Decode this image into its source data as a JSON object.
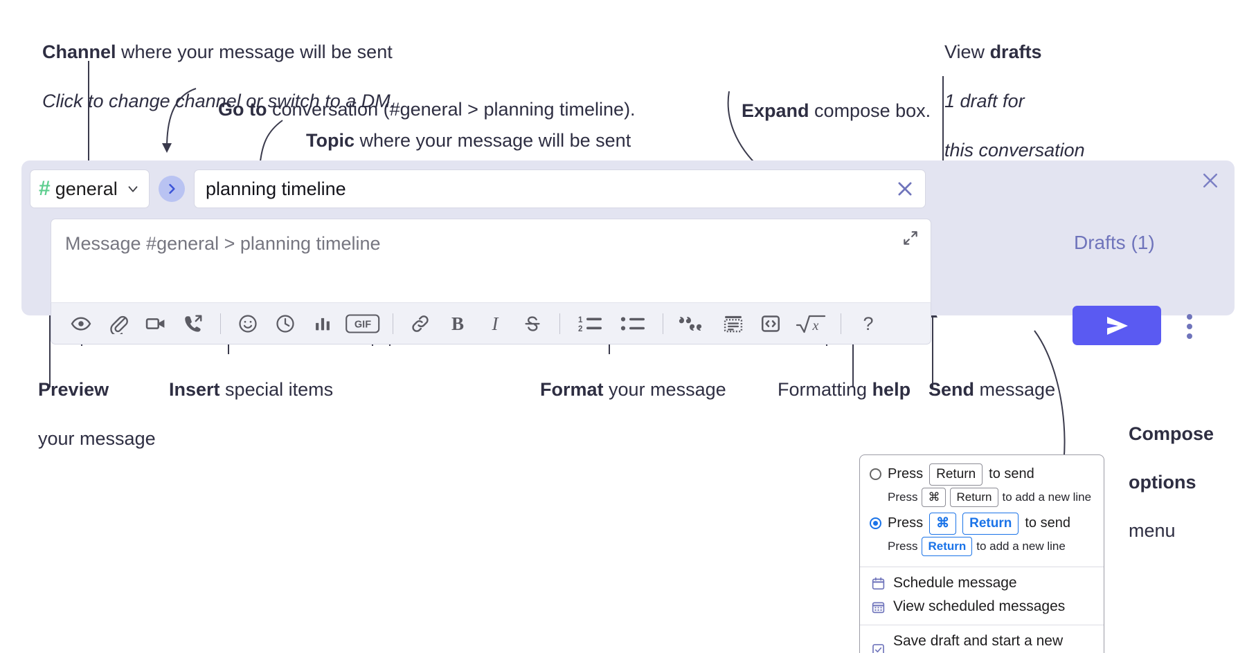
{
  "annotations": {
    "channel": {
      "bold": "Channel",
      "rest": " where your message will be sent",
      "italic": "Click to change channel or switch to a DM."
    },
    "goto": {
      "bold": "Go to",
      "rest": " conversation (#general > planning timeline)."
    },
    "topic": {
      "bold": "Topic",
      "rest": " where your message will be sent"
    },
    "expand": {
      "bold": "Expand",
      "rest": " compose box."
    },
    "drafts": {
      "pre": "View ",
      "bold": "drafts",
      "italic1": "1 draft for",
      "italic2": "this conversation"
    },
    "preview": {
      "bold": "Preview",
      "line2": "your message"
    },
    "insert": {
      "bold": "Insert",
      "rest": " special items"
    },
    "format": {
      "bold": "Format",
      "rest": " your message"
    },
    "help": {
      "pre": "Formatting ",
      "bold": "help"
    },
    "send": {
      "bold": "Send",
      "rest": " message"
    },
    "compose_options": {
      "bold1": "Compose",
      "bold2": "options",
      "rest": "menu"
    }
  },
  "compose": {
    "channel_name": "general",
    "hash_symbol": "#",
    "hash_color": "#5ece8f",
    "topic_value": "planning timeline",
    "message_placeholder": "Message #general > planning timeline",
    "drafts_label": "Drafts (1)",
    "accent_color": "#5a5af2",
    "bar_background": "#e3e4f1",
    "toolbar": [
      {
        "name": "preview-icon",
        "title": "Preview"
      },
      {
        "name": "attachment-icon",
        "title": "Attach file"
      },
      {
        "name": "video-icon",
        "title": "Record video clip"
      },
      {
        "name": "audio-call-icon",
        "title": "Record audio clip"
      },
      {
        "name": "separator",
        "title": ""
      },
      {
        "name": "emoji-icon",
        "title": "Emoji"
      },
      {
        "name": "schedule-clock-icon",
        "title": "Schedule"
      },
      {
        "name": "poll-icon",
        "title": "Poll"
      },
      {
        "name": "gif-icon",
        "title": "GIF"
      },
      {
        "name": "separator",
        "title": ""
      },
      {
        "name": "link-icon",
        "title": "Link"
      },
      {
        "name": "bold-icon",
        "title": "Bold"
      },
      {
        "name": "italic-icon",
        "title": "Italic"
      },
      {
        "name": "strikethrough-icon",
        "title": "Strikethrough"
      },
      {
        "name": "separator",
        "title": ""
      },
      {
        "name": "ordered-list-icon",
        "title": "Ordered list"
      },
      {
        "name": "bulleted-list-icon",
        "title": "Bulleted list"
      },
      {
        "name": "separator",
        "title": ""
      },
      {
        "name": "blockquote-icon",
        "title": "Blockquote"
      },
      {
        "name": "code-block-icon",
        "title": "Code block"
      },
      {
        "name": "inline-code-icon",
        "title": "Code"
      },
      {
        "name": "latex-icon",
        "title": "LaTeX"
      },
      {
        "name": "separator",
        "title": ""
      },
      {
        "name": "help-icon",
        "title": "Formatting help"
      }
    ],
    "gif_label": "GIF",
    "bold_label": "B",
    "italic_label": "I",
    "help_label": "?",
    "ordered_one": "1",
    "ordered_two": "2"
  },
  "menu": {
    "option_return": {
      "pre": "Press ",
      "key": "Return",
      "post": " to send",
      "selected": false
    },
    "option_return_sub": {
      "pre": "Press ",
      "key1": "⌘",
      "key2": "Return",
      "post": " to add a new line"
    },
    "option_cmd_return": {
      "pre": "Press ",
      "key1": "⌘",
      "key2": "Return",
      "post": " to send",
      "selected": true
    },
    "option_cmd_return_sub": {
      "pre": "Press ",
      "key": "Return",
      "post": " to add a new line"
    },
    "items": [
      {
        "label": "Schedule message",
        "icon": "calendar-schedule-icon"
      },
      {
        "label": "View scheduled messages",
        "icon": "calendar-grid-icon"
      },
      {
        "label": "Save draft and start a new message",
        "icon": "save-draft-icon"
      }
    ]
  }
}
